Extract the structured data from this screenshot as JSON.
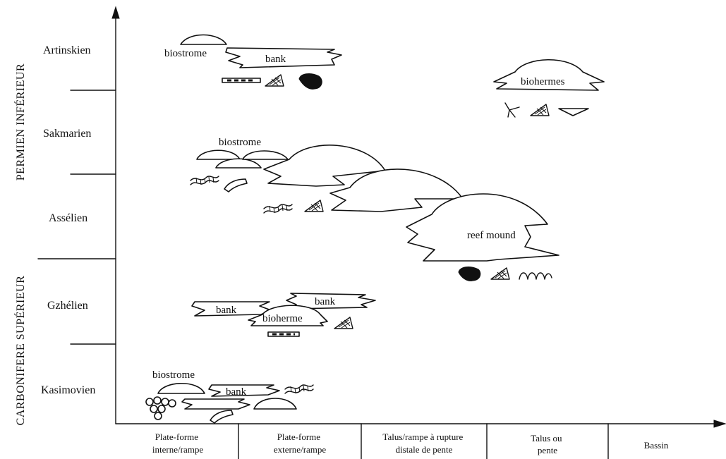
{
  "periods": {
    "upper": "PERMIEN INFÉRIEUR",
    "lower": "CARBONIFERE SUPÉRIEUR"
  },
  "stages": {
    "artinskien": "Artinskien",
    "sakmarien": "Sakmarien",
    "asselien": "Assélien",
    "gzhelien": "Gzhélien",
    "kasimovien": "Kasimovien"
  },
  "environments": {
    "platform_internal": [
      "Plate-forme",
      "interne/rampe"
    ],
    "platform_external": [
      "Plate-forme",
      "externe/rampe"
    ],
    "slope_break": [
      "Talus/rampe à rupture",
      "distale de pente"
    ],
    "slope": [
      "Talus ou",
      "pente"
    ],
    "basin": [
      "Bassin"
    ]
  },
  "bodies": {
    "artinskien_biostrome": "biostrome",
    "artinskien_bank": "bank",
    "artinskien_biohermes": "biohermes",
    "sakmarien_biostrome": "biostrome",
    "reef_mound": "reef mound",
    "gzhelien_bank_left": "bank",
    "gzhelien_bank_right": "bank",
    "gzhelien_bioherme": "bioherme",
    "kasimovien_biostrome": "biostrome",
    "kasimovien_bank": "bank"
  },
  "icons": [
    "dashed-bar-icon",
    "bryozoan-mesh-icon",
    "black-blob-icon",
    "branching-coral-icon",
    "triangle-shell-icon",
    "crinoid-stem-icon",
    "horn-coral-icon",
    "arched-fossil-icon",
    "ooid-cluster-icon"
  ]
}
